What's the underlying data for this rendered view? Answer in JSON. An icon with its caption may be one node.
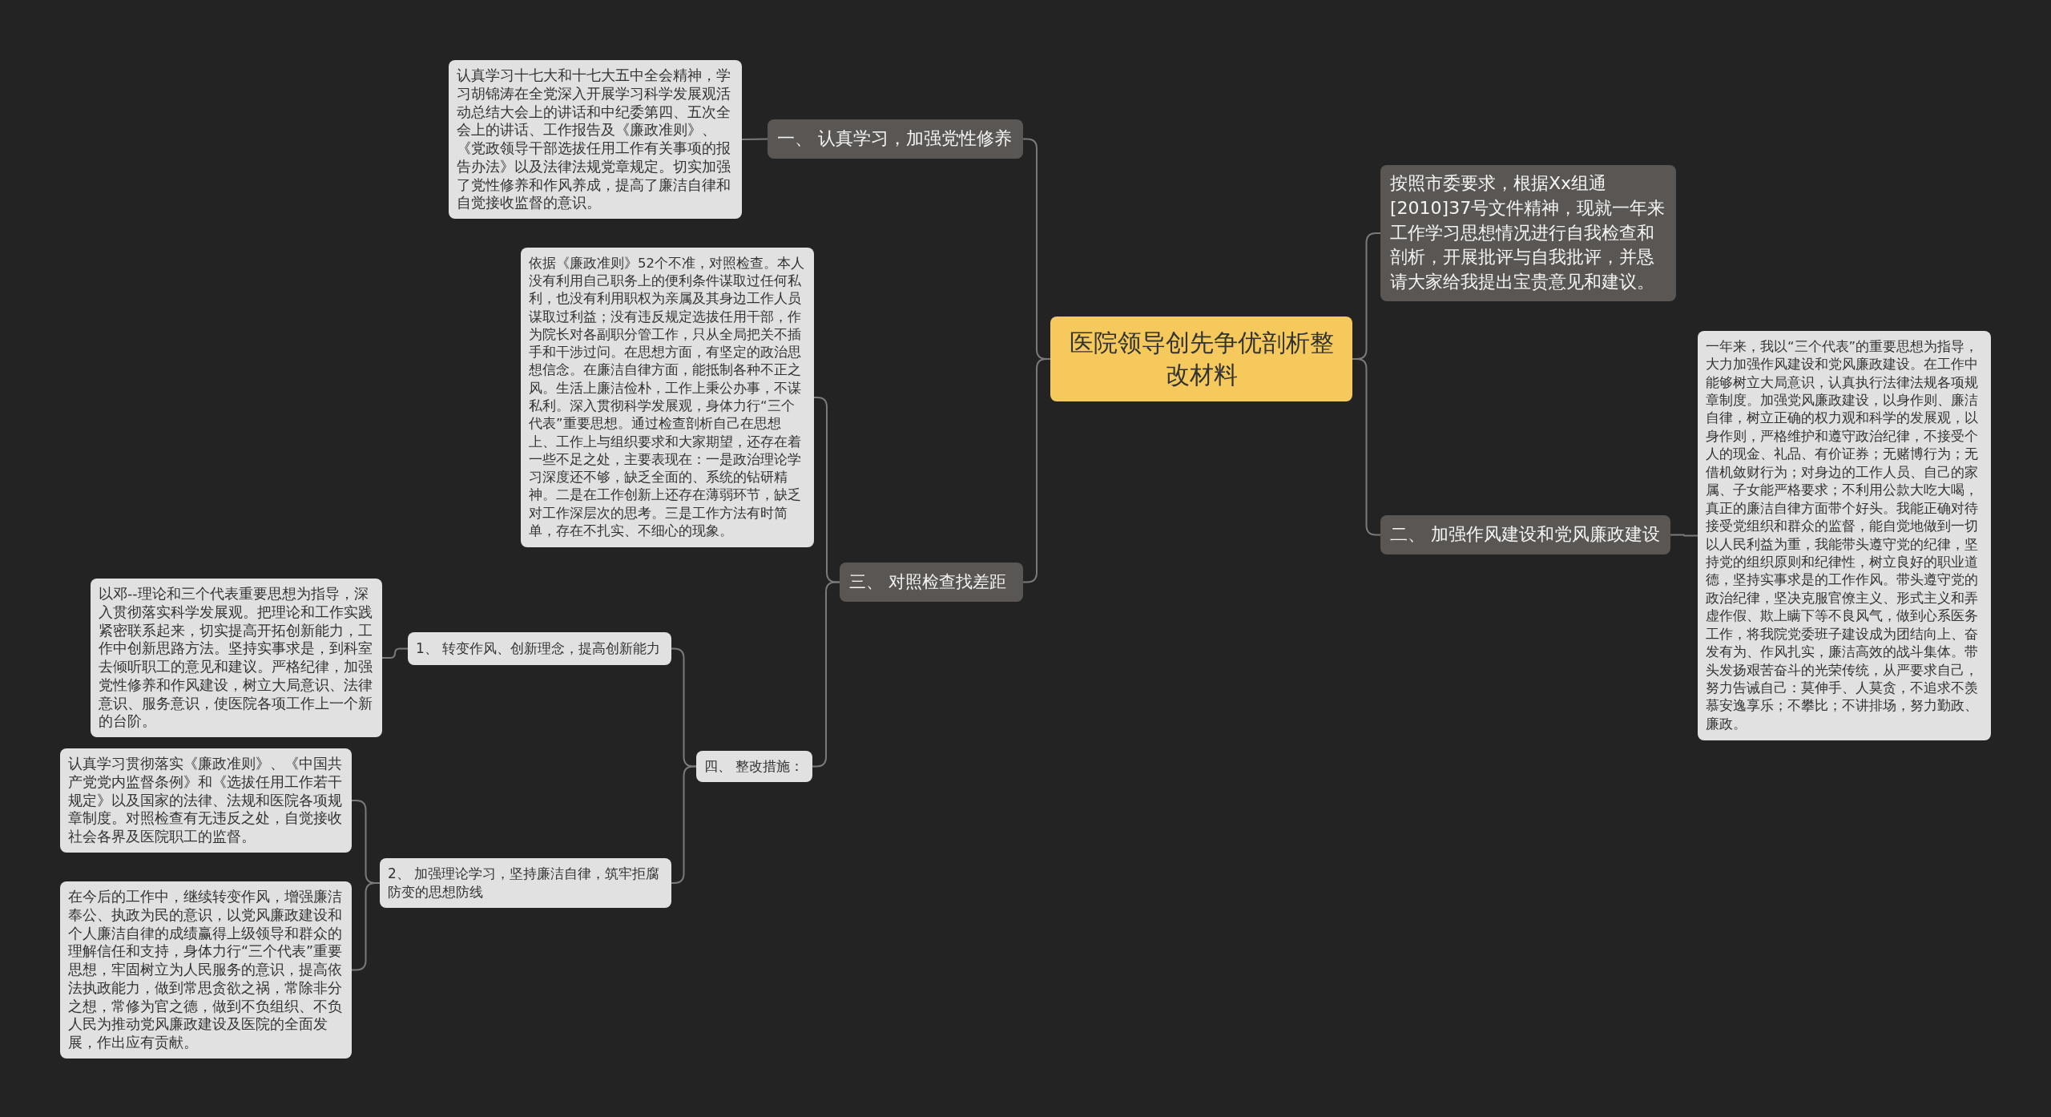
{
  "diagram": {
    "nodes": [
      {
        "text": [
          "医院领导创先争优剖析整改材料"
        ]
      },
      {
        "text": [
          "按照市委要求，根据Xx组通[2010]37号文件精神，现就一年来工作学习思想情况进行自我检查和剖析，开展批评与自我批评，并恳请大家给我提出宝贵意见和建议。"
        ]
      },
      {
        "text": [
          "二、 加强作风建设和党风廉政建设"
        ]
      },
      {
        "text": [
          "一年来，我以“三个代表”的重要思想为指导，大力加强作风建设和党风廉政建设。在工作中能够树立大局意识，认真执行法律法规各项规章制度。加强党风廉政建设，以身作则、廉洁自律，树立正确的权力观和科学的发展观，以身作则，严格维护和遵守政治纪律，不接受个人的现金、礼品、有价证券；无赌博行为；无借机敛财行为；对身边的工作人员、自己的家属、子女能严格要求；不利用公款大吃大喝，真正的廉洁自律方面带个好头。我能正确对待接受党组织和群众的监督，能自觉地做到一切以人民利益为重，我能带头遵守党的纪律，坚持党的组织原则和纪律性，树立良好的职业道德，坚持实事求是的工作作风。带头遵守党的政治纪律，坚决克服官僚主义、形式主义和弄虚作假、欺上瞒下等不良风气，做到心系医务工作，将我院党委班子建设成为团结向上、奋发有为、作风扎实，廉洁高效的战斗集体。带头发扬艰苦奋斗的光荣传统，从严要求自己，努力告诫自己：莫伸手、人莫贪，不追求不羡慕安逸享乐；不攀比；不讲排场，努力勤政、廉政。"
        ]
      },
      {
        "text": [
          "一、 认真学习，加强党性修养"
        ]
      },
      {
        "text": [
          "认真学习十七大和十七大五中全会精神，学习胡锦涛在全党深入开展学习科学发展观活动总结大会上的讲话和中纪委第四、五次全会上的讲话、工作报告及《廉政准则》、《党政领导干部选拔任用工作有关事项的报告办法》以及法律法规党章规定。切实加强了党性修养和作风养成，提高了廉洁自律和自觉接收监督的意识。"
        ]
      },
      {
        "text": [
          "三、 对照检查找差距"
        ]
      },
      {
        "text": [
          "依据《廉政准则》52个不准，对照检查。本人没有利用自己职务上的便利条件谋取过任何私利，也没有利用职权为亲属及其身边工作人员谋取过利益；没有违反规定选拔任用干部，作为院长对各副职分管工作，只从全局把关不插手和干涉过问。在思想方面，有坚定的政治思想信念。在廉洁自律方面，能抵制各种不正之风。生活上廉洁俭朴，工作上秉公办事，不谋私利。深入贯彻科学发展观，身体力行“三个代表”重要思想。通过检查剖析自己在思想上、工作上与组织要求和大家期望，还存在着一些不足之处，主要表现在：一是政治理论学习深度还不够，缺乏全面的、系统的钻研精神。二是在工作创新上还存在薄弱环节，缺乏对工作深层次的思考。三是工作方法有时简单，存在不扎实、不细心的现象。"
        ]
      },
      {
        "text": [
          "四、 整改措施："
        ]
      },
      {
        "text": [
          "1、 转变作风、创新理念，提高创新能力"
        ]
      },
      {
        "text": [
          "以邓--理论和三个代表重要思想为指导，深入贯彻落实科学发展观。把理论和工作实践紧密联系起来，切实提高开拓创新能力，工作中创新思路方法。坚持实事求是，到科室去倾听职工的意见和建议。严格纪律，加强党性修养和作风建设，树立大局意识、法律意识、服务意识，使医院各项工作上一个新的台阶。"
        ]
      },
      {
        "text": [
          "2、 加强理论学习，坚持廉洁自律，筑牢拒腐防变的思想防线"
        ]
      },
      {
        "text": [
          "认真学习贯彻落实《廉政准则》、《中国共产党党内监督条例》和《选拔任用工作若干规定》以及国家的法律、法规和医院各项规章制度。对照检查有无违反之处，自觉接收社会各界及医院职工的监督。"
        ]
      },
      {
        "text": [
          "在今后的工作中，继续转变作风，增强廉洁奉公、执政为民的意识，以党风廉政建设和个人廉洁自律的成绩赢得上级领导和群众的理解信任和支持，身体力行“三个代表”重要思想，牢固树立为人民服务的意识，提高依法执政能力，做到常思贪欲之祸，常除非分之想，常修为官之德，做到不负组织、不负人民为推动党风廉政建设及医院的全面发展，作出应有贡献。"
        ]
      }
    ],
    "edges": [
      {
        "from": 0,
        "to": 1,
        "arrow": "none"
      },
      {
        "from": 0,
        "to": 2,
        "arrow": "none"
      },
      {
        "from": 2,
        "to": 3,
        "arrow": "none"
      },
      {
        "from": 0,
        "to": 4,
        "arrow": "none"
      },
      {
        "from": 4,
        "to": 5,
        "arrow": "none"
      },
      {
        "from": 0,
        "to": 6,
        "arrow": "none"
      },
      {
        "from": 6,
        "to": 7,
        "arrow": "none"
      },
      {
        "from": 6,
        "to": 8,
        "arrow": "none"
      },
      {
        "from": 8,
        "to": 9,
        "arrow": "none"
      },
      {
        "from": 9,
        "to": 10,
        "arrow": "none"
      },
      {
        "from": 8,
        "to": 11,
        "arrow": "none"
      },
      {
        "from": 11,
        "to": 12,
        "arrow": "none"
      },
      {
        "from": 11,
        "to": 13,
        "arrow": "none"
      }
    ]
  }
}
